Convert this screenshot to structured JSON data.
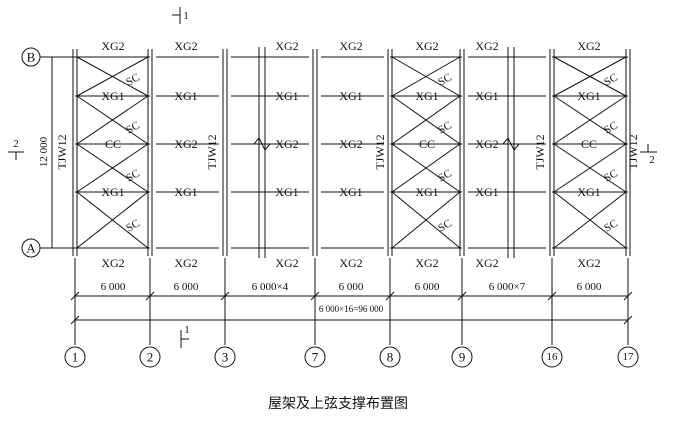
{
  "caption": "屋架及上弦支撑布置图",
  "axes": {
    "horizontal": [
      "1",
      "2",
      "3",
      "7",
      "8",
      "9",
      "16",
      "17"
    ],
    "vertical": [
      "B",
      "A"
    ]
  },
  "section_marks": {
    "top": "1",
    "bottom": "1",
    "left": "2",
    "right": "2"
  },
  "top_labels": [
    "XG2",
    "XG2",
    "XG2",
    "XG2",
    "XG2",
    "XG2",
    "XG2"
  ],
  "bottom_labels": [
    "XG2",
    "XG2",
    "XG2",
    "XG2",
    "XG2",
    "XG2",
    "XG2"
  ],
  "row_labels": {
    "xg1": "XG1",
    "xg2": "XG2",
    "cc": "CC",
    "sc": "SC"
  },
  "truss_labels": [
    "TJW12",
    "TJW12",
    "TJW12",
    "TJW12",
    "TJW12"
  ],
  "total_height": "12 000",
  "spans": [
    "6 000",
    "6 000",
    "6 000×4",
    "6 000",
    "6 000",
    "6 000×7",
    "6 000"
  ],
  "total_length": "6 000×16=96 000"
}
